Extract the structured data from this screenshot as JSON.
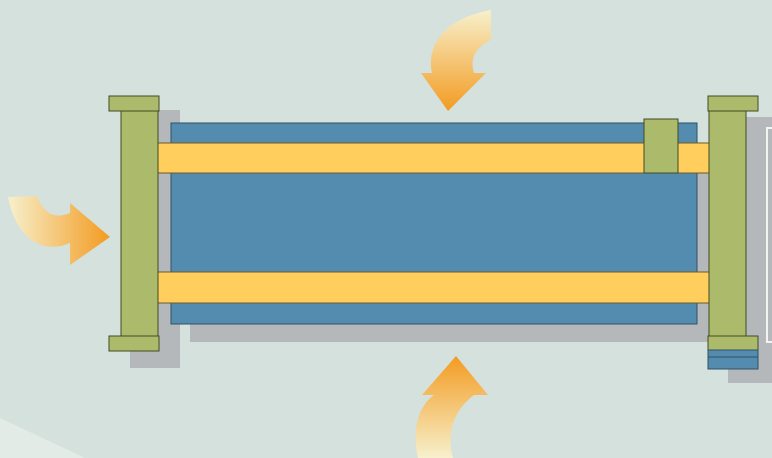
{
  "diagram": {
    "colors": {
      "background": "#d5e1dc",
      "background_highlight": "#e3ebe7",
      "shadow": "#b4b8bb",
      "panel": "#548caf",
      "panel_stroke": "#2f4f63",
      "rail": "#ffce5c",
      "rail_stroke": "#6b5a2a",
      "post": "#acbb6b",
      "post_stroke": "#3f4a22",
      "arrow_start": "#f7f0cc",
      "arrow_end": "#f39b21"
    },
    "components": {
      "panel": "blue-rectangular-panel",
      "rails": [
        "upper-yellow-rail",
        "lower-yellow-rail"
      ],
      "posts": [
        "left-green-post",
        "right-green-post"
      ],
      "clamp": "green-clamp-block",
      "arrows": [
        "arrow-from-top",
        "arrow-from-left",
        "arrow-from-bottom"
      ]
    }
  }
}
